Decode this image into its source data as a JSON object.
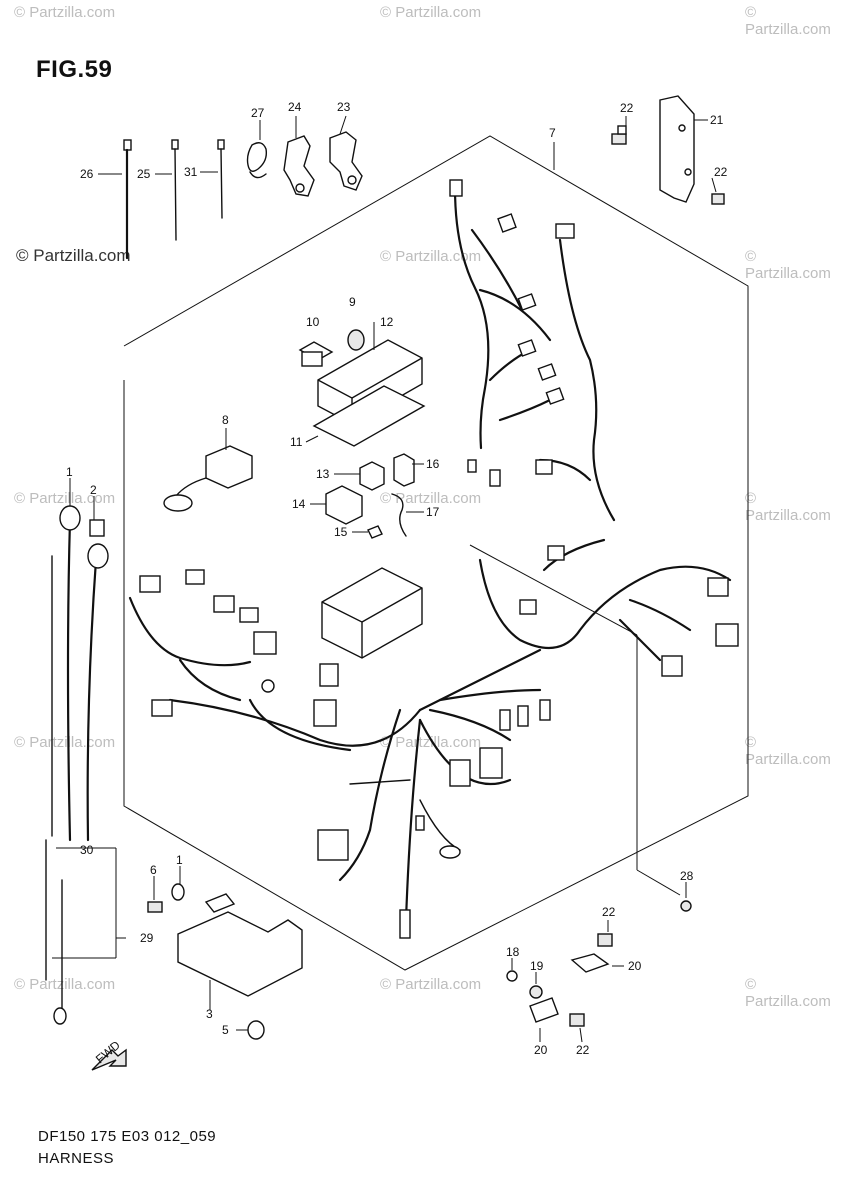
{
  "figure": {
    "title": "FIG.59"
  },
  "watermarks": {
    "text": "© Partzilla.com",
    "prominent": "© Partzilla.com"
  },
  "footer": {
    "code": "DF150 175 E03 012_059",
    "name": "HARNESS"
  },
  "callouts": {
    "c1": "1",
    "c1b": "1",
    "c2": "2",
    "c3": "3",
    "c5": "5",
    "c6": "6",
    "c7": "7",
    "c8": "8",
    "c9": "9",
    "c10": "10",
    "c11": "11",
    "c12": "12",
    "c13": "13",
    "c14": "14",
    "c15": "15",
    "c16": "16",
    "c17": "17",
    "c18": "18",
    "c19": "19",
    "c20a": "20",
    "c20b": "20",
    "c21": "21",
    "c22a": "22",
    "c22b": "22",
    "c22c": "22",
    "c22d": "22",
    "c23": "23",
    "c24": "24",
    "c25": "25",
    "c26": "26",
    "c27": "27",
    "c28": "28",
    "c29": "29",
    "c30": "30",
    "c31": "31"
  },
  "icons": {
    "front": "fwd-arrow-icon"
  }
}
